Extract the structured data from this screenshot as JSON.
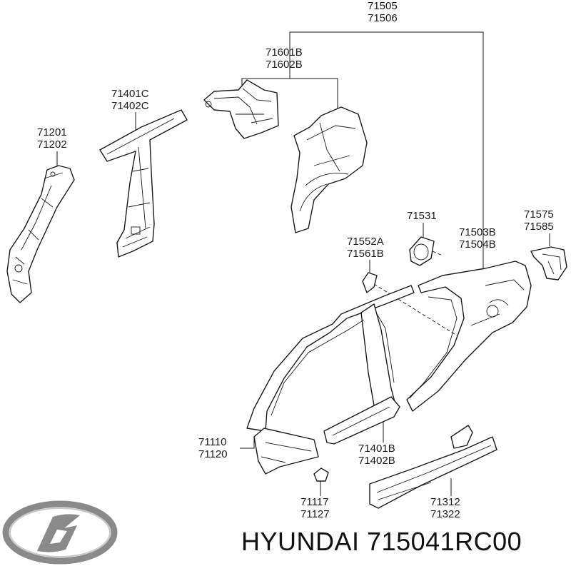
{
  "labels": {
    "l71505": "71505",
    "l71506": "71506",
    "l71601B": "71601B",
    "l71602B": "71602B",
    "l71401C": "71401C",
    "l71402C": "71402C",
    "l71201": "71201",
    "l71202": "71202",
    "l71531": "71531",
    "l71575": "71575",
    "l71585": "71585",
    "l71552A": "71552A",
    "l71561B": "71561B",
    "l71503B": "71503B",
    "l71504B": "71504B",
    "l71110": "71110",
    "l71120": "71120",
    "l71401B": "71401B",
    "l71402B": "71402B",
    "l71117": "71117",
    "l71127": "71127",
    "l71312": "71312",
    "l71322": "71322"
  },
  "caption": "HYUNDAI 715041RC00",
  "logo": {
    "name": "hyundai-logo",
    "color": "#8a8a8a"
  }
}
